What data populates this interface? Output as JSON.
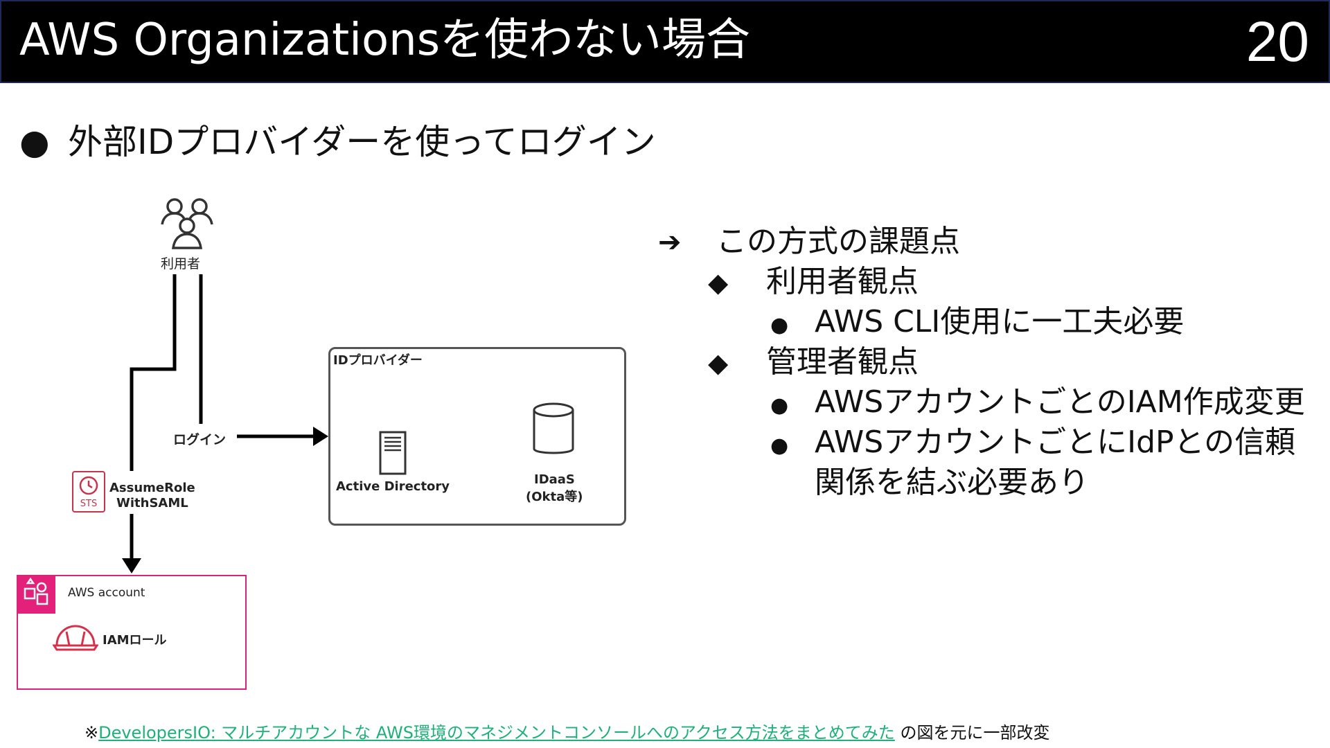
{
  "header": {
    "title": "AWS Organizationsを使わない場合",
    "page_number": "20"
  },
  "main_bullet": {
    "symbol": "●",
    "text": "外部IDプロバイダーを使ってログイン"
  },
  "diagram": {
    "user_label": "利用者",
    "login_label": "ログイン",
    "idp_box_title": "IDプロバイダー",
    "active_directory_label": "Active Directory",
    "idaas_label_line1": "IDaaS",
    "idaas_label_line2": "(Okta等)",
    "sts_icon_text": "STS",
    "assume_role_line1": "AssumeRole",
    "assume_role_line2": "WithSAML",
    "aws_account_label": "AWS account",
    "iam_role_label": "IAMロール",
    "colors": {
      "aws_pink": "#e3207a",
      "sts_red": "#c7334a"
    }
  },
  "issues": {
    "arrow": "➔",
    "heading": "この方式の課題点",
    "diamond": "◆",
    "dot": "●",
    "user_view": "利用者観点",
    "user_items": [
      "AWS CLI使用に一工夫必要"
    ],
    "admin_view": "管理者観点",
    "admin_items": [
      "AWSアカウントごとのIAM作成変更",
      "AWSアカウントごとにIdPとの信頼",
      "関係を結ぶ必要あり"
    ]
  },
  "footer": {
    "prefix": "※",
    "link_text": "DevelopersIO: マルチアカウントな AWS環境のマネジメントコンソールへのアクセス方法をまとめてみた",
    "suffix": " の図を元に一部改変",
    "link_color": "#1fb07a"
  }
}
